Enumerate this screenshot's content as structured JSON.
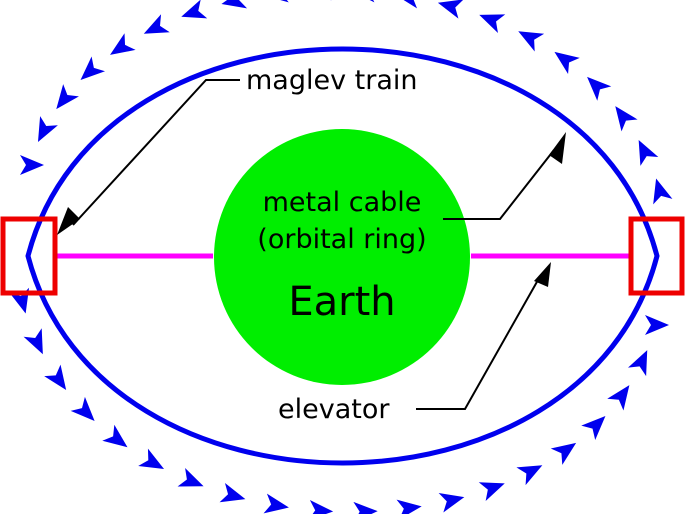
{
  "labels": {
    "maglev_train": "maglev train",
    "metal_cable_line1": "metal cable",
    "metal_cable_line2": "(orbital ring)",
    "earth": "Earth",
    "elevator": "elevator"
  },
  "colors": {
    "orbit": "#0000ee",
    "arrows": "#0000ee",
    "earth": "#00ee00",
    "elevator_cable": "#ff00ff",
    "station_box": "#ee0000",
    "leader_lines": "#000000"
  },
  "icons": {
    "flow_arrow": "chevron-arrowhead-icon",
    "pointer_arrow": "arrowhead-icon"
  }
}
